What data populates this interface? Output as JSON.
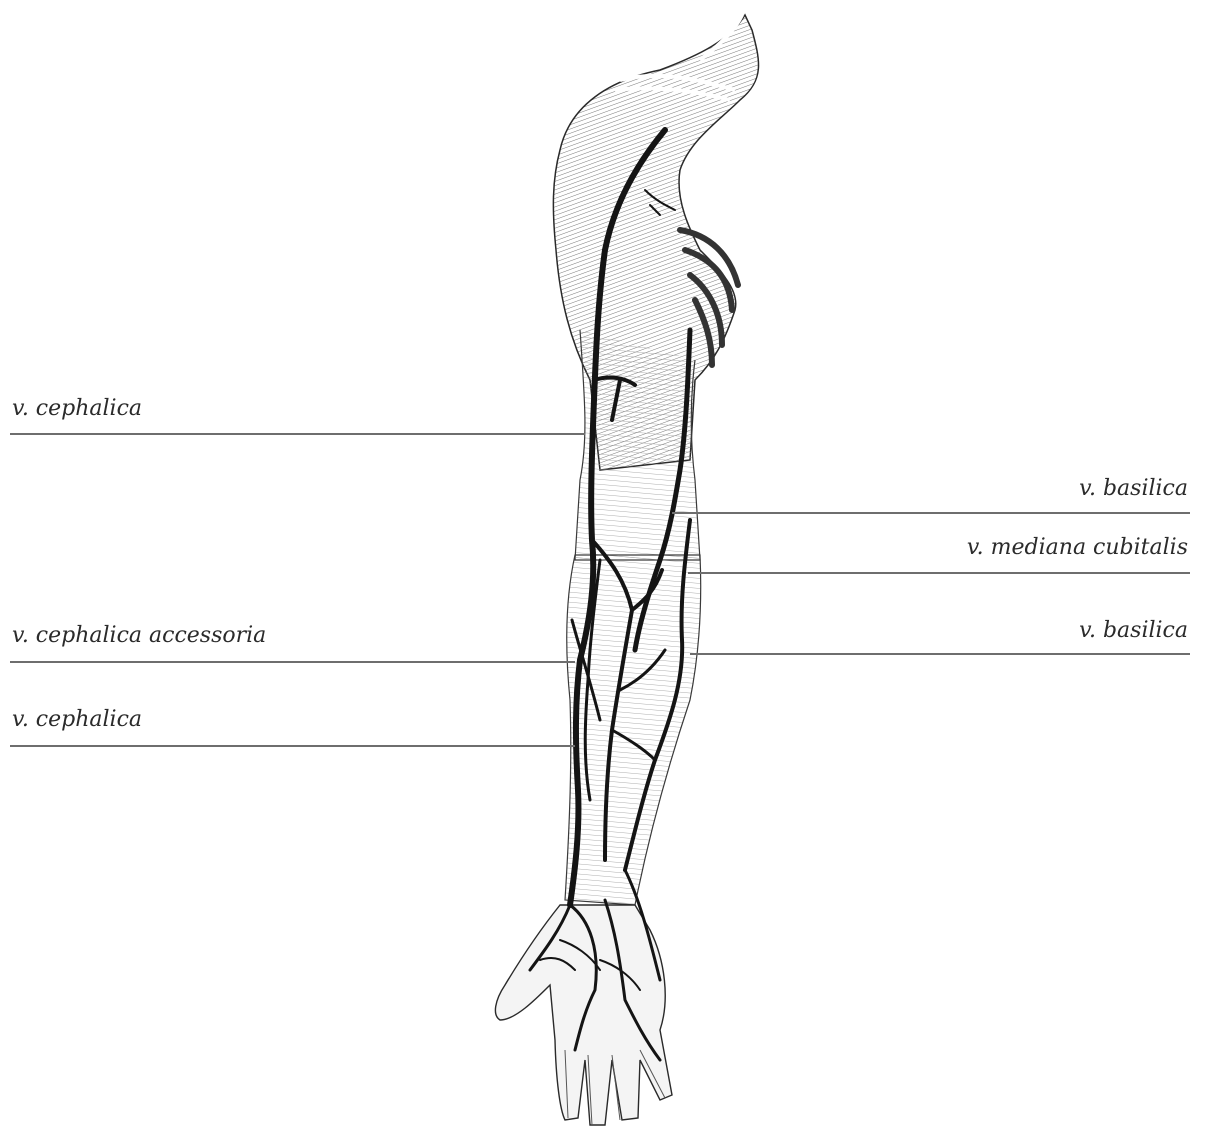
{
  "labels": {
    "left": [
      "v. cephalica",
      "v. cephalica accessoria",
      "v. cephalica"
    ],
    "right": [
      "v. basilica",
      "v. mediana cubitalis",
      "v. basilica"
    ]
  },
  "colors": {
    "line": "#6e6e6e",
    "ink": "#1a1a1a",
    "text": "#2b2b2b"
  }
}
